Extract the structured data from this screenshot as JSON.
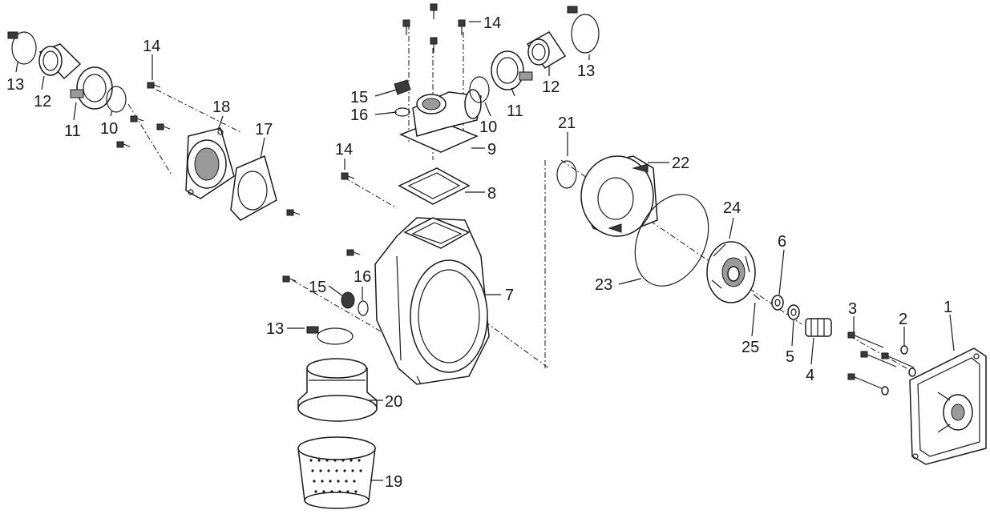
{
  "diagram": {
    "callouts": {
      "c1": "1",
      "c2": "2",
      "c3": "3",
      "c4": "4",
      "c5": "5",
      "c6": "6",
      "c7": "7",
      "c8": "8",
      "c9": "9",
      "c10a": "10",
      "c10b": "10",
      "c11a": "11",
      "c11b": "11",
      "c12a": "12",
      "c12b": "12",
      "c13a": "13",
      "c13b": "13",
      "c13c": "13",
      "c14a": "14",
      "c14b": "14",
      "c14c": "14",
      "c15a": "15",
      "c15b": "15",
      "c16a": "16",
      "c16b": "16",
      "c17": "17",
      "c18": "18",
      "c19": "19",
      "c20": "20",
      "c21": "21",
      "c22": "22",
      "c23": "23",
      "c24": "24",
      "c25": "25"
    }
  }
}
